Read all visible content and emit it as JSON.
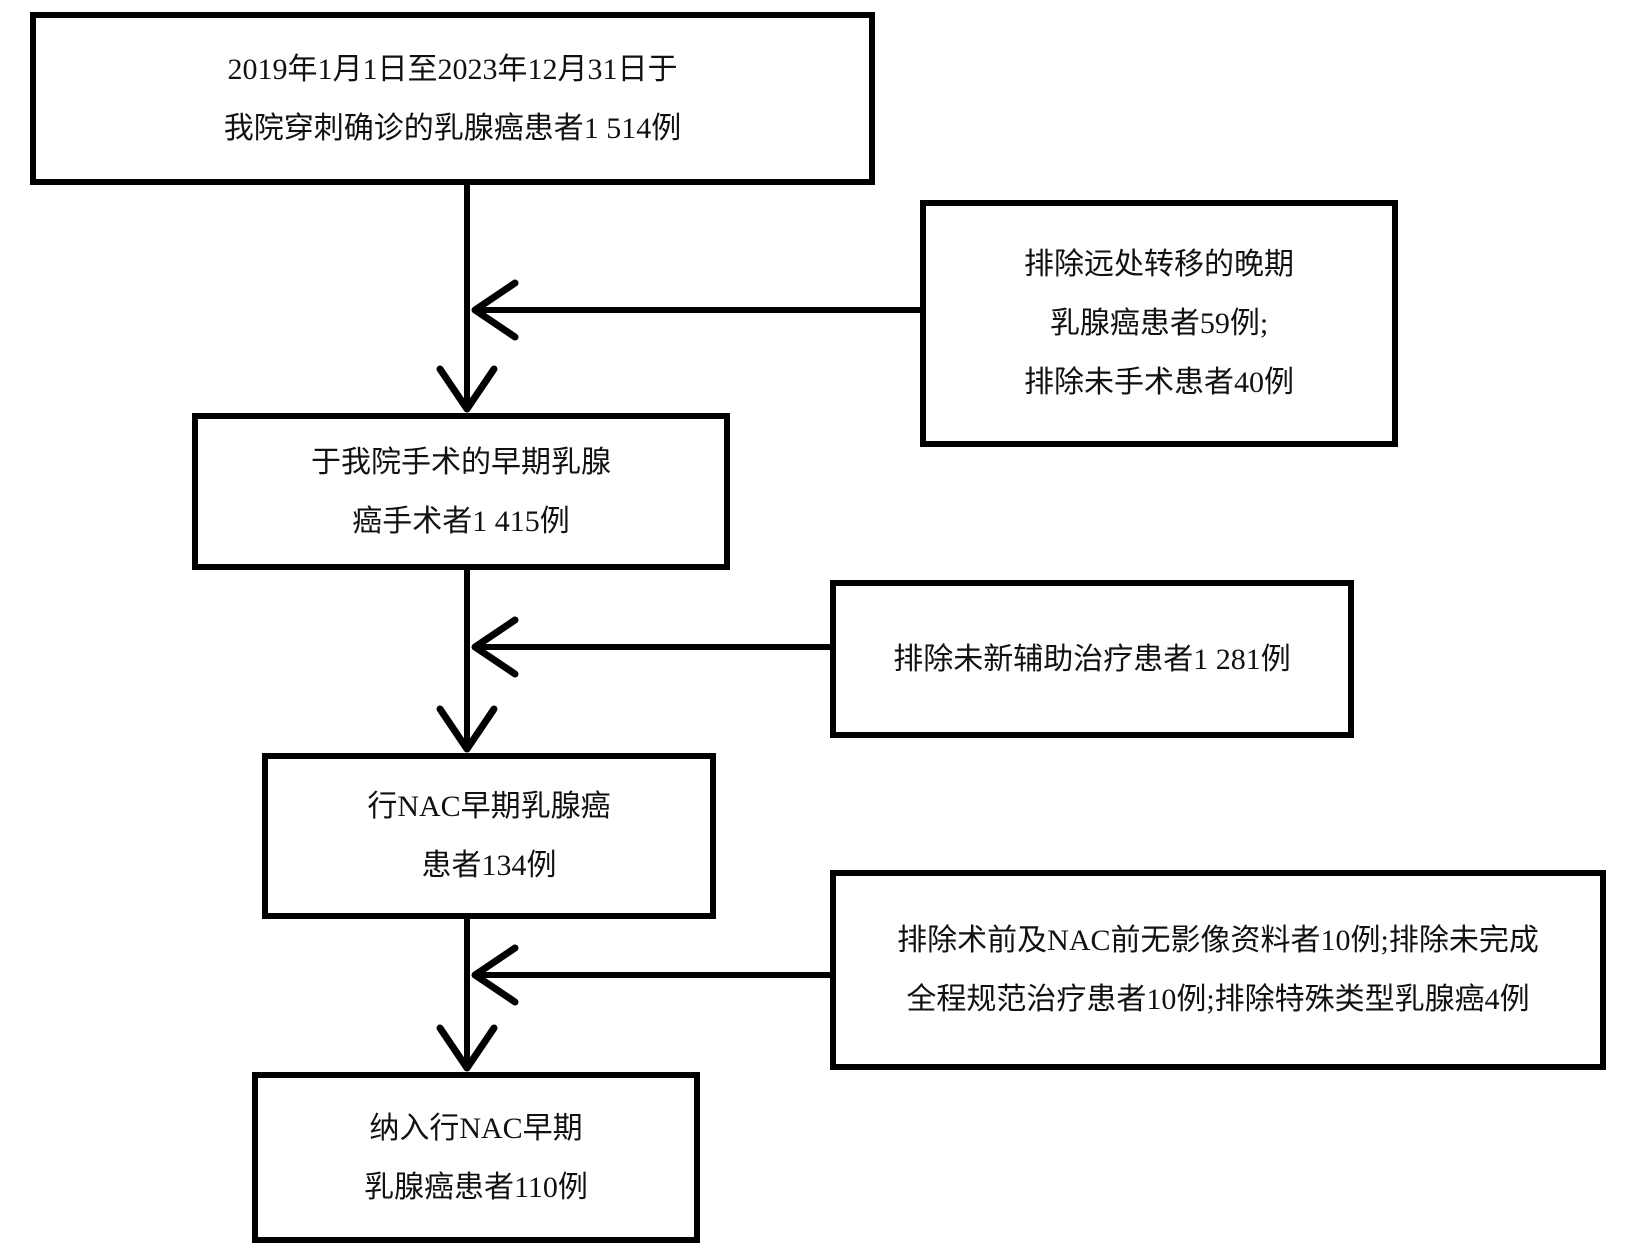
{
  "diagram": {
    "type": "flowchart",
    "colors": {
      "line": "#000000",
      "box_border": "#000000",
      "background": "#ffffff",
      "text": "#111111"
    },
    "boxes": [
      {
        "id": "initial-cohort",
        "role": "main-flow",
        "lines": [
          "2019年1月1日至2023年12月31日于",
          "我院穿刺确诊的乳腺癌患者1 514例"
        ]
      },
      {
        "id": "exclusion-1",
        "role": "exclusion",
        "lines": [
          "排除远处转移的晚期",
          "乳腺癌患者59例;",
          "排除未手术患者40例"
        ]
      },
      {
        "id": "surgery-cohort",
        "role": "main-flow",
        "lines": [
          "于我院手术的早期乳腺",
          "癌手术者1 415例"
        ]
      },
      {
        "id": "exclusion-2",
        "role": "exclusion",
        "lines": [
          "排除未新辅助治疗患者1 281例"
        ]
      },
      {
        "id": "nac-cohort",
        "role": "main-flow",
        "lines": [
          "行NAC早期乳腺癌",
          "患者134例"
        ]
      },
      {
        "id": "exclusion-3",
        "role": "exclusion",
        "lines": [
          "排除术前及NAC前无影像资料者10例;排除未完成",
          "全程规范治疗患者10例;排除特殊类型乳腺癌4例"
        ]
      },
      {
        "id": "final-cohort",
        "role": "main-flow",
        "lines": [
          "纳入行NAC早期",
          "乳腺癌患者110例"
        ]
      }
    ]
  }
}
